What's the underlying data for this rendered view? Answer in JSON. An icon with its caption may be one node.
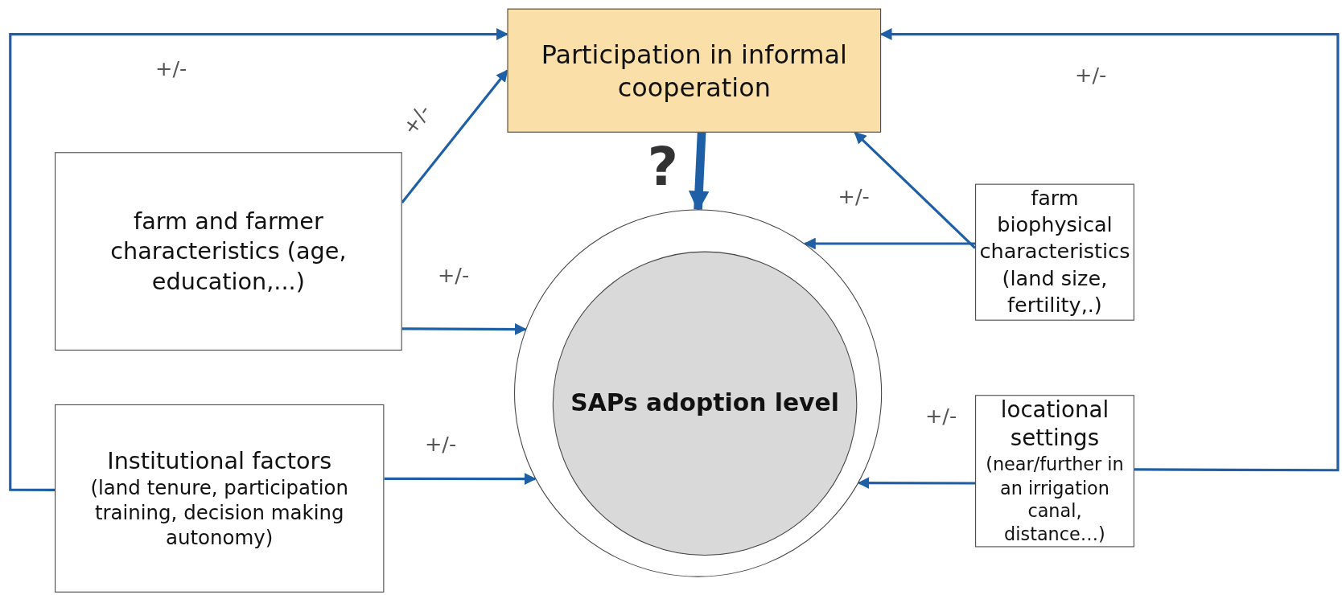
{
  "diagram": {
    "nodes": [
      {
        "text": [
          "Participation in informal cooperation"
        ]
      },
      {
        "text": [
          "farm and farmer characteristics (age, education,...)"
        ]
      },
      {
        "text": [
          "farm biophysical characteristics (land size, fertility,.)"
        ]
      },
      {
        "text": [],
        "shape": "circle"
      },
      {
        "text": [
          "SAPs adoption level"
        ],
        "in": 3
      },
      {
        "text": [
          "Institutional factors",
          "(land tenure, participation training, decision making autonomy)"
        ]
      },
      {
        "text": [
          "locational settings",
          "(near/further in an irrigation canal, distance…)"
        ]
      }
    ],
    "edges": [
      {
        "from": 5,
        "to": 0,
        "arrow": "to",
        "label": "+/-"
      },
      {
        "from": 1,
        "to": 0,
        "arrow": "to",
        "label": "+/-"
      },
      {
        "from": 1,
        "to": 3,
        "arrow": "to",
        "label": "+/-"
      },
      {
        "from": 0,
        "to": 3,
        "arrow": "to",
        "label": "?",
        "style": "thick"
      },
      {
        "from": 2,
        "to": 0,
        "arrow": "to",
        "label": "+/-"
      },
      {
        "from": 2,
        "to": 3,
        "arrow": "to"
      },
      {
        "from": 6,
        "to": 0,
        "arrow": "to",
        "label": "+/-"
      },
      {
        "from": 6,
        "to": 3,
        "arrow": "to",
        "label": "+/-"
      },
      {
        "from": 5,
        "to": 3,
        "arrow": "to",
        "label": "+/-"
      }
    ]
  }
}
